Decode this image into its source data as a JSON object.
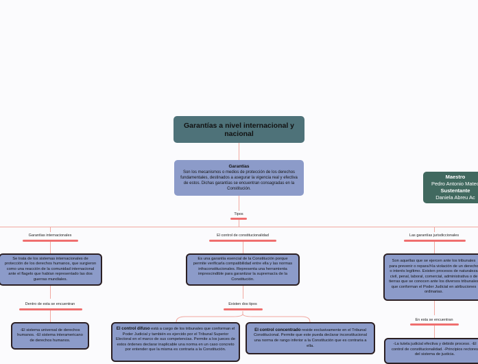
{
  "title": "Garantías a nivel internacional y nacional",
  "definition": {
    "heading": "Garantías",
    "text": "Son los mecanismos o medios de protección de los derechos fundamentales, destinados a asegurar la vigencia real y efectiva de estos. Dichas garantías se encuentran consagradas en la Constitución."
  },
  "side_note": {
    "maestro_label": "Maestro",
    "maestro_name": "Pedro Antonio Mateo",
    "sustentante_label": "Sustentante",
    "sustentante_name": "Daniela Abreu Ac"
  },
  "branch_label": "Tipos",
  "branches": [
    {
      "label": "Garantías internacionales",
      "description": "Se trata de los sistemas internacionales de protección de los derechos humanos, que surgieron como una reacción de la comunidad internacional ante el flagelo que habían representado las dos guerras mundiales.",
      "sub_label": "Dentro de esta se encuentran",
      "sub_text": "-El sistema universal de derechos humanos. -El sistema interamericano de derechos humanos."
    },
    {
      "label": "El control de constitucionalidad",
      "description": "Es una garantía esencial de la Constitución porque permite verificarla compatibilidad entre ella y las normas infraconstitucionales. Representa una herramienta imprescindible para garantizar la supremacía de la Constitución.",
      "sub_label": "Existen dos tipos",
      "types": [
        {
          "name": "El control difuso",
          "text": "está a cargo de los tribunales que conforman el Poder Judicial y también es ejercido por el Tribunal Superior Electoral en el marco de sus competencias. Permite a los jueces de estos órdenes declarar inaplicable una norma en un caso concreto por entender que la misma es contraria a la Constitución."
        },
        {
          "name": "El control concentrado",
          "text": "reside exclusivamente en el Tribunal Constitucional. Permite que este pueda declarar inconstitucional una norma de rango inferior a la Constitución que es contraria a ella."
        }
      ]
    },
    {
      "label": "Las garantías jurisdiccionales",
      "description": "Son aquellas que se ejercen ante los tribunales para prevenir o reparaﾭla violación de un derecho o interés legítimo. Existen procesos de naturaleza civil, penal, laboral, comercial, administrativa o de tierras que se conocen ante los diversos tribunales que conforman el Poder Judicial en atribuciones ordinarias.",
      "sub_label": "En esta se encuentran",
      "sub_text": "-La tutela judicial efectiva y debido proceso. -El control de constitucionalidad. -Principios rectores del sistema de justicia."
    }
  ],
  "colors": {
    "title_bg": "#4e7279",
    "node_bg": "#8c9bc9",
    "side_bg": "#41695f",
    "connector": "#f0a79f",
    "underline": "#ef6e6e"
  }
}
